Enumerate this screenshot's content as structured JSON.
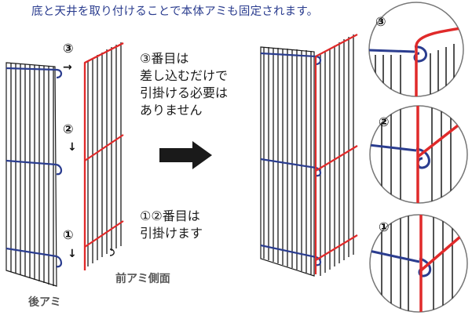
{
  "caption": "底と天井を取り付けることで本体アミも固定されます。",
  "note_step3": "③番目は\n差し込むだけで\n引掛ける必要は\nありません",
  "note_step12": "①②番目は\n引掛けます",
  "label_front": "前アミ側面",
  "label_back": "後アミ",
  "markers": {
    "step3": "③",
    "step2": "②",
    "step1": "①",
    "arrow_right": "→",
    "arrow_down": "↓"
  },
  "detail_markers": [
    "③",
    "②",
    "①"
  ],
  "colors": {
    "caption": "#2b3d8f",
    "frame_blue": "#2b3d8f",
    "frame_red": "#e02a2a",
    "wire": "#1a1a1a",
    "label_gray": "#555555",
    "main_arrow": "#1a1a1a"
  },
  "icons": [
    "right-arrow-icon",
    "down-arrow-icon",
    "hook-icon"
  ]
}
